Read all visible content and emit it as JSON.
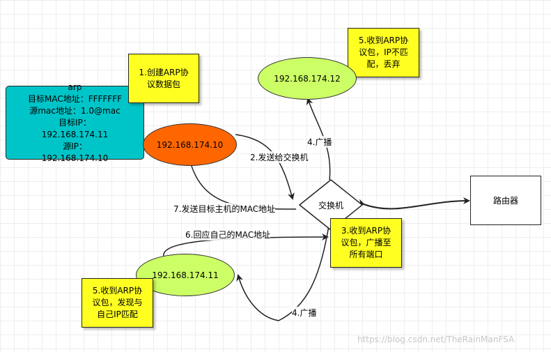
{
  "arp_packet": {
    "title": "arp",
    "line1": "目标MAC地址：FFFFFFF",
    "line2": "源mac地址：1.0@mac",
    "line3": "目标IP：",
    "line4": "192.168.174.11",
    "line5": "源IP：",
    "line6": "192.168.174.10"
  },
  "nodes": {
    "host_src": "192.168.174.10",
    "host_12": "192.168.174.12",
    "host_11": "192.168.174.11",
    "switch": "交换机",
    "router": "路由器"
  },
  "notes": {
    "n1_line1": "1.创建ARP协",
    "n1_line2": "议数据包",
    "n3_line1": "3.收到ARP协",
    "n3_line2": "议包，广播至",
    "n3_line3": "所有端口",
    "n5a_line1": "5.收到ARP协",
    "n5a_line2": "议包，IP不匹",
    "n5a_line3": "配，丢弃",
    "n5b_line1": "5.收到ARP协",
    "n5b_line2": "议包，发现与",
    "n5b_line3": "自己IP匹配"
  },
  "edge_labels": {
    "step2": "2.发送给交换机",
    "step4_top": "4.广播",
    "step4_bottom": "4.广播",
    "step6": "6.回应自己的MAC地址",
    "step7": "7.发送目标主机的MAC地址"
  },
  "watermark": "https://blog.csdn.net/TheRainManFSA",
  "colors": {
    "orange_node": "#ff6600",
    "green_node": "#ccff66",
    "arp_box": "#00c5c8",
    "note": "#ffff22"
  }
}
